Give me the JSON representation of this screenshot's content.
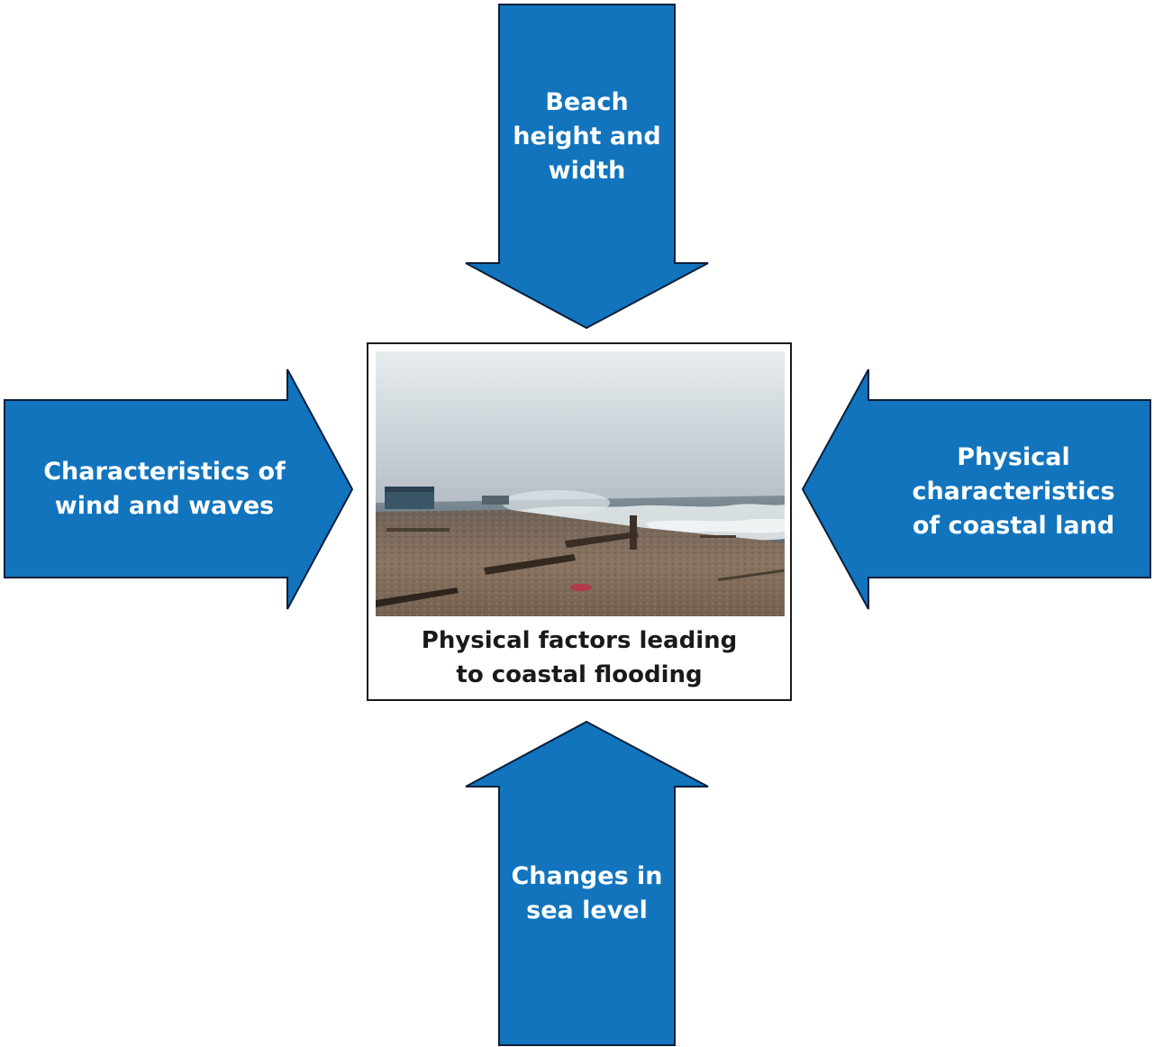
{
  "colors": {
    "arrow_fill": "#1174bd",
    "arrow_outline": "#0b1f3a",
    "label_text": "#ffffff",
    "caption_text": "#1a1a1a",
    "box_border": "#1a1a1a"
  },
  "arrows": {
    "top": {
      "direction": "down",
      "lines": [
        "Beach",
        "height and",
        "width"
      ]
    },
    "left": {
      "direction": "right",
      "lines": [
        "Characteristics of",
        "wind and waves"
      ]
    },
    "right": {
      "direction": "left",
      "lines": [
        "Physical",
        "characteristics",
        "of coastal land"
      ]
    },
    "bottom": {
      "direction": "up",
      "lines": [
        "Changes in",
        "sea level"
      ]
    }
  },
  "center": {
    "photo_subject": "stormy shingle beach with wooden groynes and breaking waves",
    "caption_lines": [
      "Physical factors leading",
      "to coastal flooding"
    ]
  }
}
